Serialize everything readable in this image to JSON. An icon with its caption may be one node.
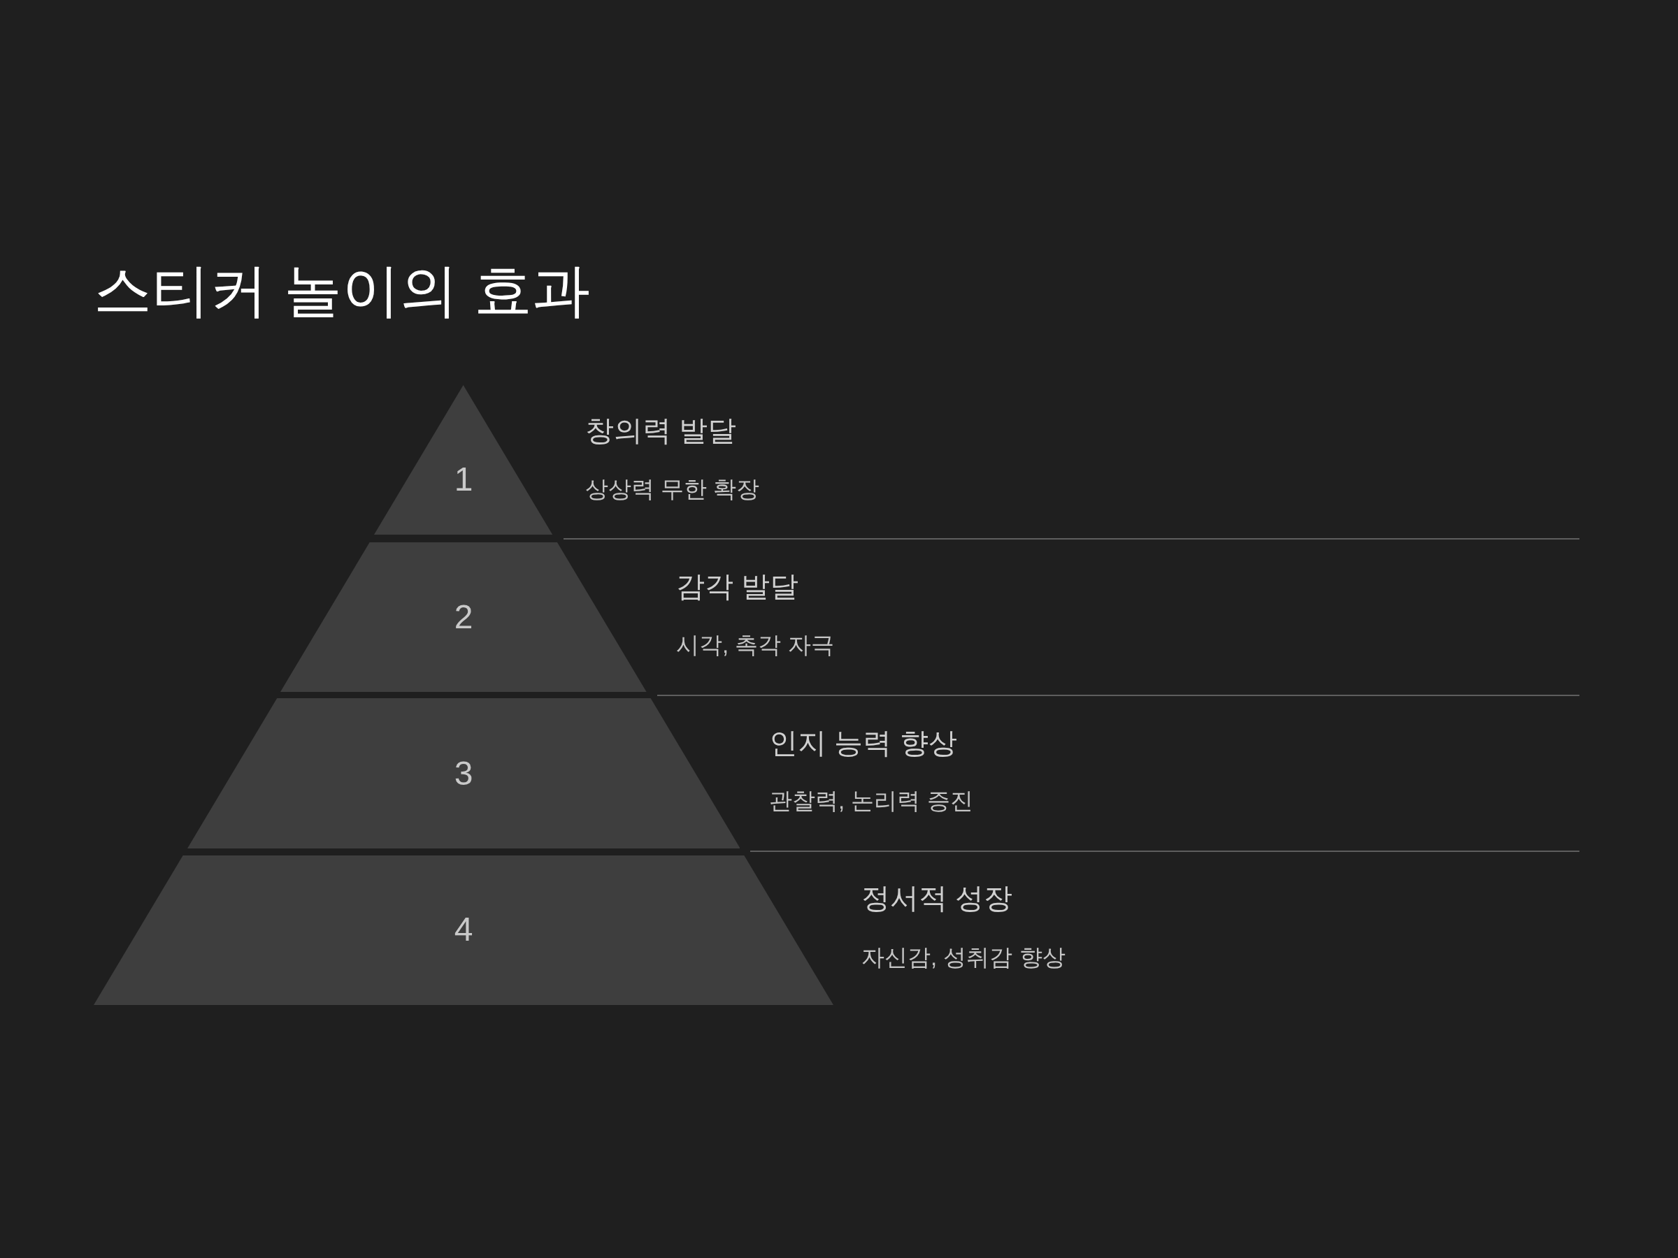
{
  "diagram": {
    "title": "스티커 놀이의 효과",
    "nodes": [
      {
        "text": [
          "1"
        ],
        "beside": [
          "창의력 발달",
          "상상력 무한 확장"
        ]
      },
      {
        "text": [
          "2"
        ],
        "beside": [
          "감각 발달",
          "시각, 촉각 자극"
        ]
      },
      {
        "text": [
          "3"
        ],
        "beside": [
          "인지 능력 향상",
          "관찰력, 논리력 증진"
        ]
      },
      {
        "text": [
          "4"
        ],
        "beside": [
          "정서적 성장",
          "자신감, 성취감 향상"
        ]
      }
    ]
  }
}
